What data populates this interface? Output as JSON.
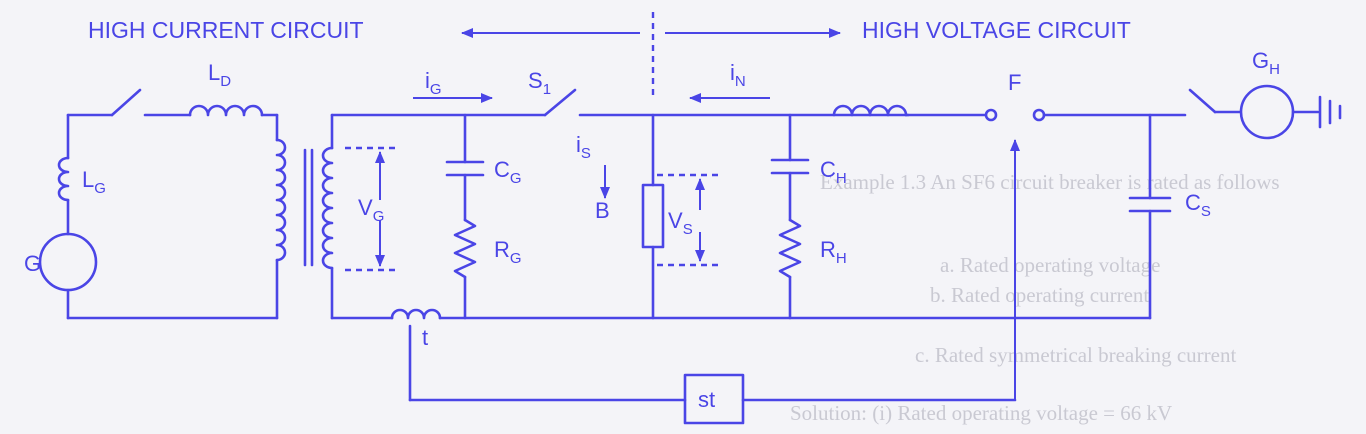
{
  "headings": {
    "high_current": "HIGH CURRENT CIRCUIT",
    "high_voltage": "HIGH VOLTAGE CIRCUIT"
  },
  "labels": {
    "LD": {
      "main": "L",
      "sub": "D"
    },
    "LG": {
      "main": "L",
      "sub": "G"
    },
    "G": "G",
    "iG": {
      "main": "i",
      "sub": "G"
    },
    "S1": {
      "main": "S",
      "sub": "1"
    },
    "CG": {
      "main": "C",
      "sub": "G"
    },
    "VG": {
      "main": "V",
      "sub": "G"
    },
    "RG": {
      "main": "R",
      "sub": "G"
    },
    "t": "t",
    "iS": {
      "main": "i",
      "sub": "S"
    },
    "B": "B",
    "VS": {
      "main": "V",
      "sub": "S"
    },
    "iN": {
      "main": "i",
      "sub": "N"
    },
    "CH": {
      "main": "C",
      "sub": "H"
    },
    "RH": {
      "main": "R",
      "sub": "H"
    },
    "F": "F",
    "GH": {
      "main": "G",
      "sub": "H"
    },
    "CS": {
      "main": "C",
      "sub": "S"
    },
    "st": "st"
  },
  "background_text": [
    "Example 1.3 An SF6 circuit breaker is rated as follows",
    "a. Rated operating voltage",
    "b. Rated operating current",
    "c. Rated symmetrical breaking current",
    "Solution: (i) Rated operating voltage = 66 kV"
  ],
  "colors": {
    "ink": "#4a45e6",
    "paper": "#f4f4f8",
    "shadow": "#c9c9d2"
  }
}
